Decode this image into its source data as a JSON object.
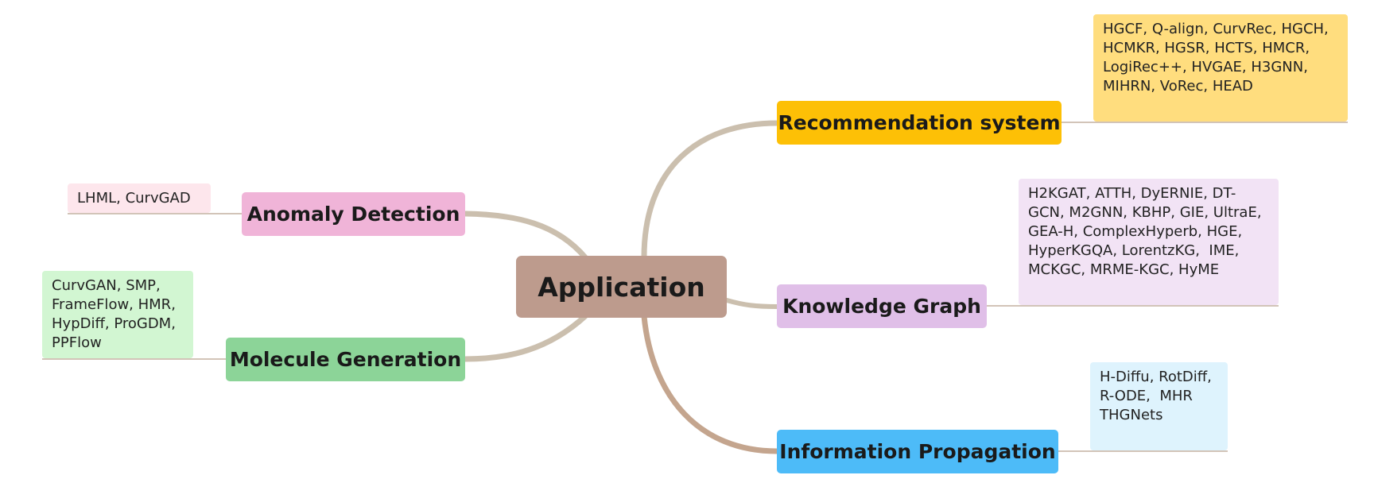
{
  "center": {
    "label": "Application",
    "color": "#bd9b8d"
  },
  "branches": [
    {
      "id": "rec",
      "label": "Recommendation system",
      "color": "#fdc006",
      "leaf_color": "#ffdd7e",
      "leaf_text": "HGCF, Q-align, CurvRec, HGCH, HCMKR, HGSR, HCTS, HMCR, LogiRec++, HVGAE, H3GNN, MIHRN, VoRec, HEAD"
    },
    {
      "id": "kg",
      "label": "Knowledge Graph",
      "color": "#e0bfe8",
      "leaf_color": "#f2e3f5",
      "leaf_text": "H2KGAT, ATTH, DyERNIE, DT-GCN, M2GNN, KBHP, GIE, UltraE, GEA-H, ComplexHyperb, HGE, HyperKGQA, LorentzKG,  IME, MCKGC, MRME-KGC, HyME"
    },
    {
      "id": "ip",
      "label": "Information Propagation",
      "color": "#4dbbf8",
      "leaf_color": "#def3fd",
      "leaf_text": "H-Diffu, RotDiff, R-ODE,  MHR THGNets"
    },
    {
      "id": "ad",
      "label": "Anomaly Detection",
      "color": "#f0b4d8",
      "leaf_color": "#fde6ec",
      "leaf_text": "LHML, CurvGAD"
    },
    {
      "id": "mg",
      "label": "Molecule Generation",
      "color": "#8cd498",
      "leaf_color": "#d2f6d2",
      "leaf_text": "CurvGAN, SMP, FrameFlow, HMR, HypDiff, ProGDM, PPFlow"
    }
  ],
  "connector_color": "#cbbfae",
  "underline_color": "#d2c4b8"
}
